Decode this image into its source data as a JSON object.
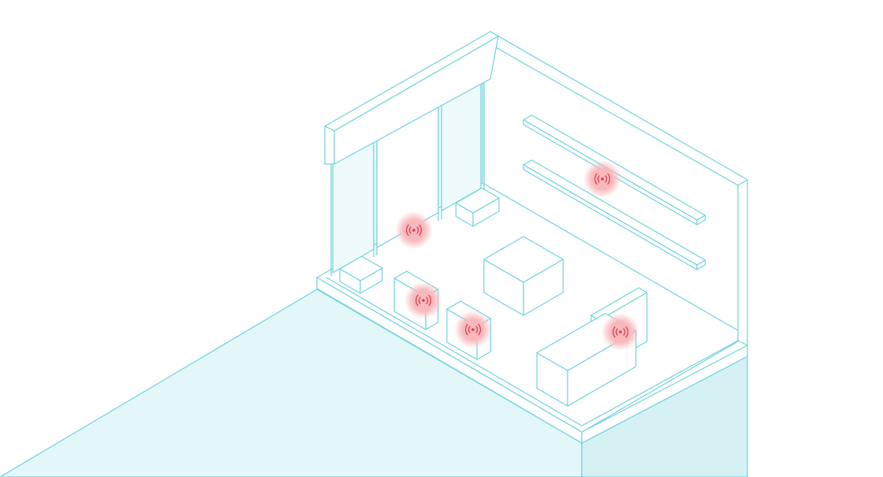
{
  "colors": {
    "line": "#6fd3dd",
    "surface": "#ffffff",
    "glass": "#eefafb",
    "shadow_left": "#e3f7f9",
    "shadow_right": "#d6f1f4",
    "sensor_halo": "#f8b9bd",
    "sensor_icon": "#e0394b"
  },
  "sensors": [
    {
      "id": "sensor-glass-wall",
      "icon": "wireless-signal-icon"
    },
    {
      "id": "sensor-shelf",
      "icon": "wireless-signal-icon"
    },
    {
      "id": "sensor-cabinet-1",
      "icon": "wireless-signal-icon"
    },
    {
      "id": "sensor-cabinet-2",
      "icon": "wireless-signal-icon"
    },
    {
      "id": "sensor-sofa",
      "icon": "wireless-signal-icon"
    }
  ]
}
